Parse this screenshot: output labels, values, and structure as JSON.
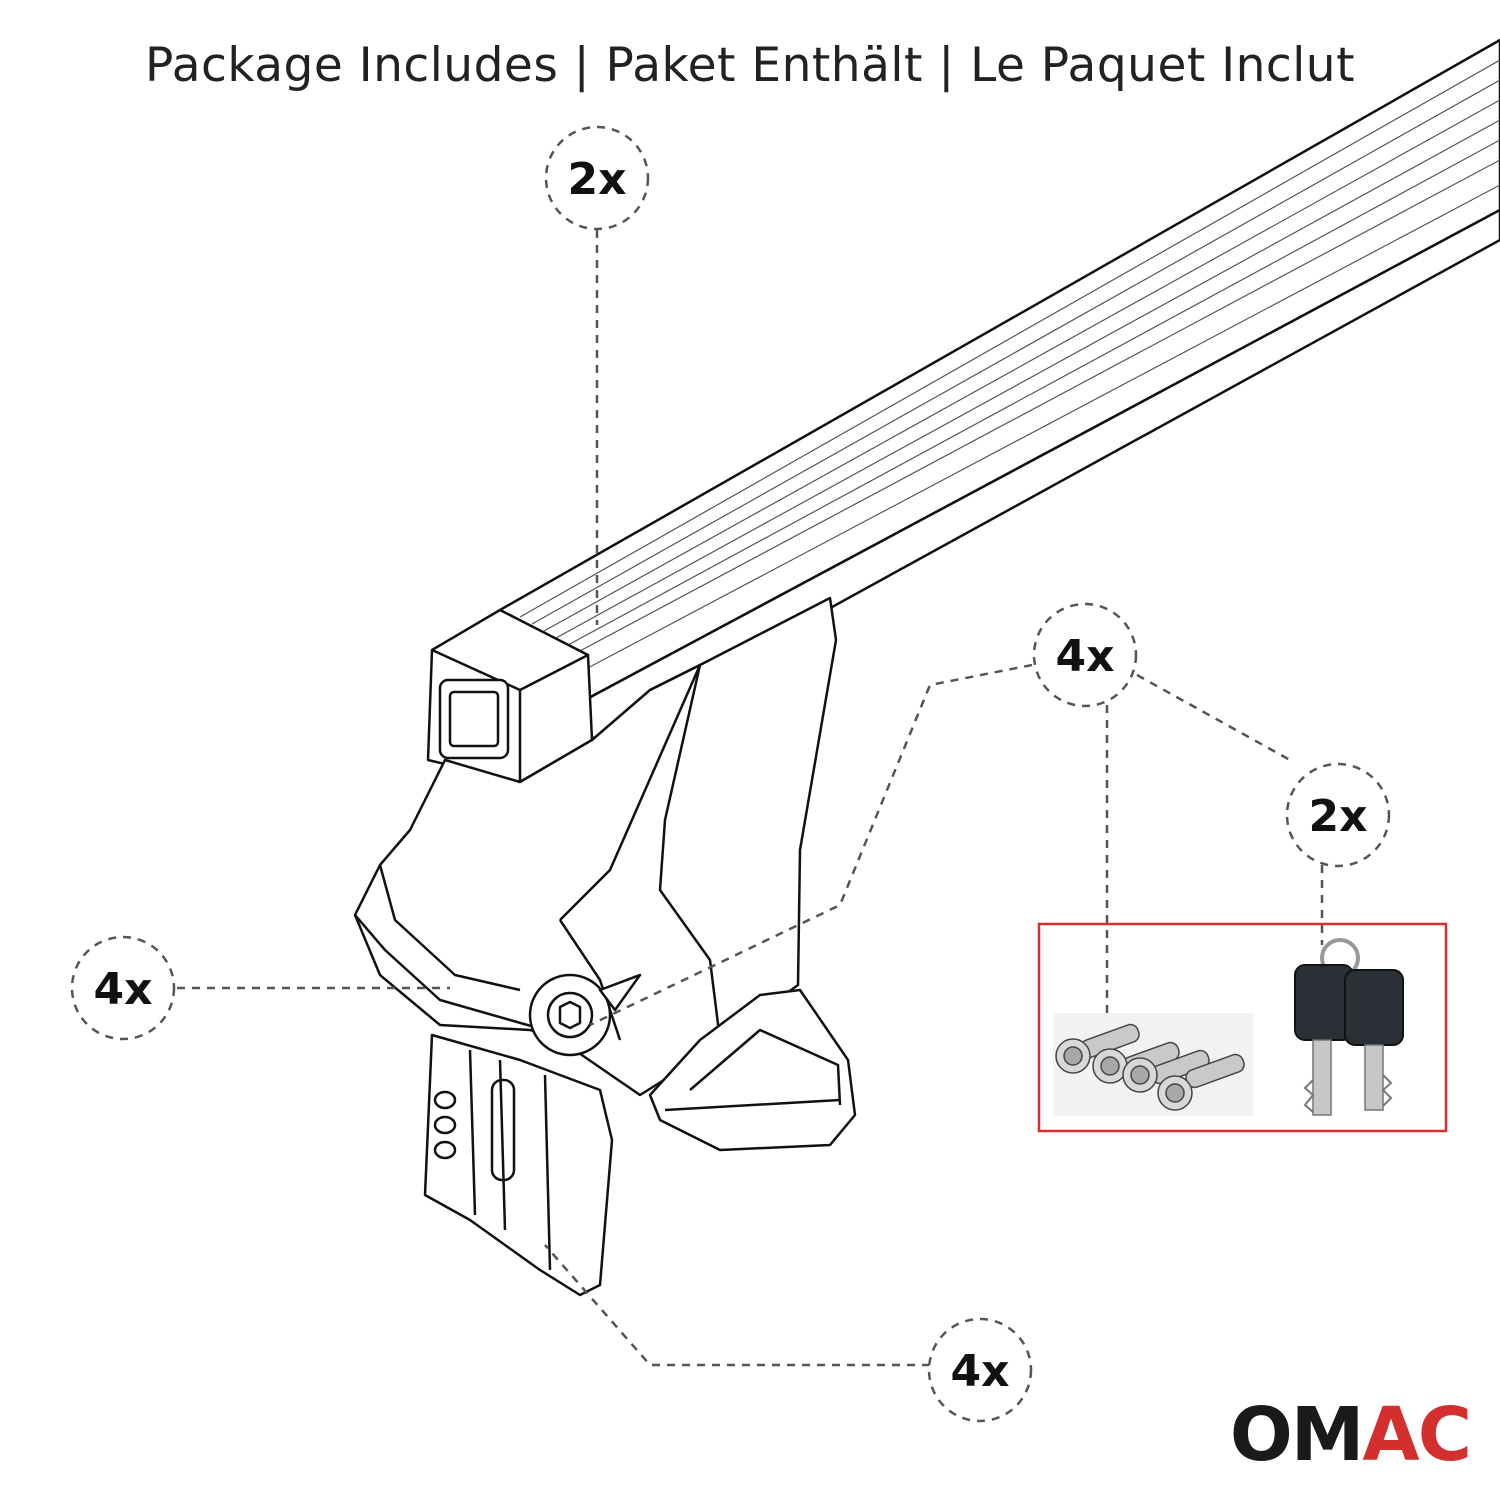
{
  "title": "Package Includes | Paket Enthält | Le Paquet Inclut",
  "callouts": {
    "bar": "2x",
    "foot": "4x",
    "lock_cylinders": "4x",
    "keys": "2x",
    "clamp_plate": "4x"
  },
  "logo": {
    "left": "OM",
    "right": "AC"
  },
  "colors": {
    "accent": "#d32f2f",
    "line": "#111111",
    "dash": "#555555"
  }
}
